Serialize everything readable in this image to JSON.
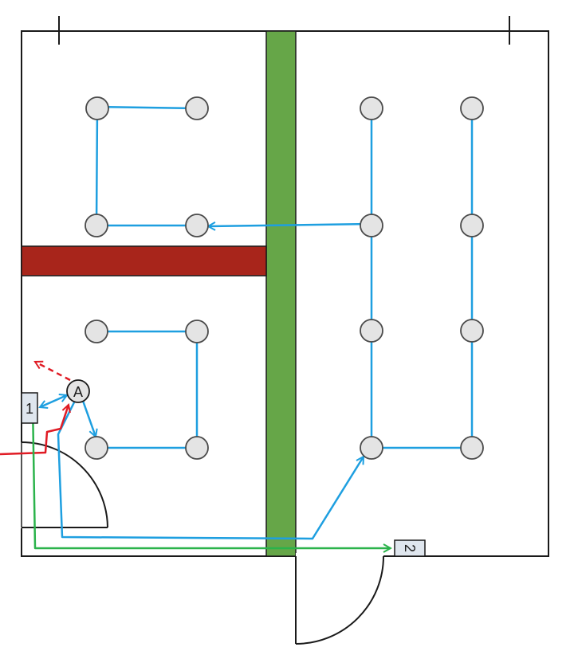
{
  "colors": {
    "wall": "#1a1a1a",
    "partition_vertical": "#66a648",
    "partition_horizontal": "#a8251b",
    "luminaire_fill": "#e4e4e4",
    "luminaire_stroke": "#4a4a4a",
    "wiring_blue": "#1e9fe0",
    "feed_red": "#e01b24",
    "link_green": "#2bb34b",
    "box_fill": "#dfe6ee"
  },
  "junction": {
    "label": "A"
  },
  "switches": [
    {
      "label": "1"
    },
    {
      "label": "2"
    }
  ],
  "icons": {
    "luminaire": "ceiling-light-circle",
    "junction": "junction-box-circle",
    "switch": "switch-box",
    "door": "door-swing-arc"
  }
}
